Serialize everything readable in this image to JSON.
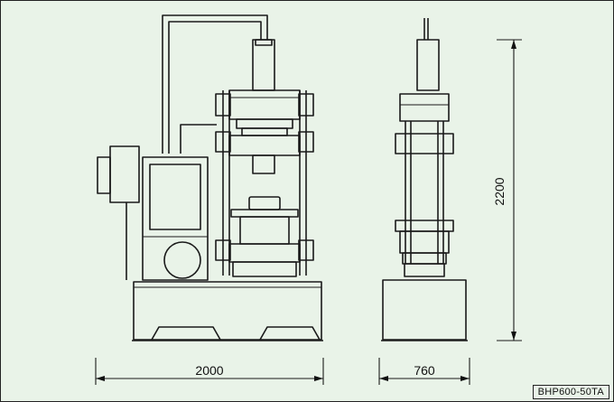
{
  "dimensions": {
    "width": "2000",
    "depth": "760",
    "height": "2200"
  },
  "model": "BHP600-50TA"
}
